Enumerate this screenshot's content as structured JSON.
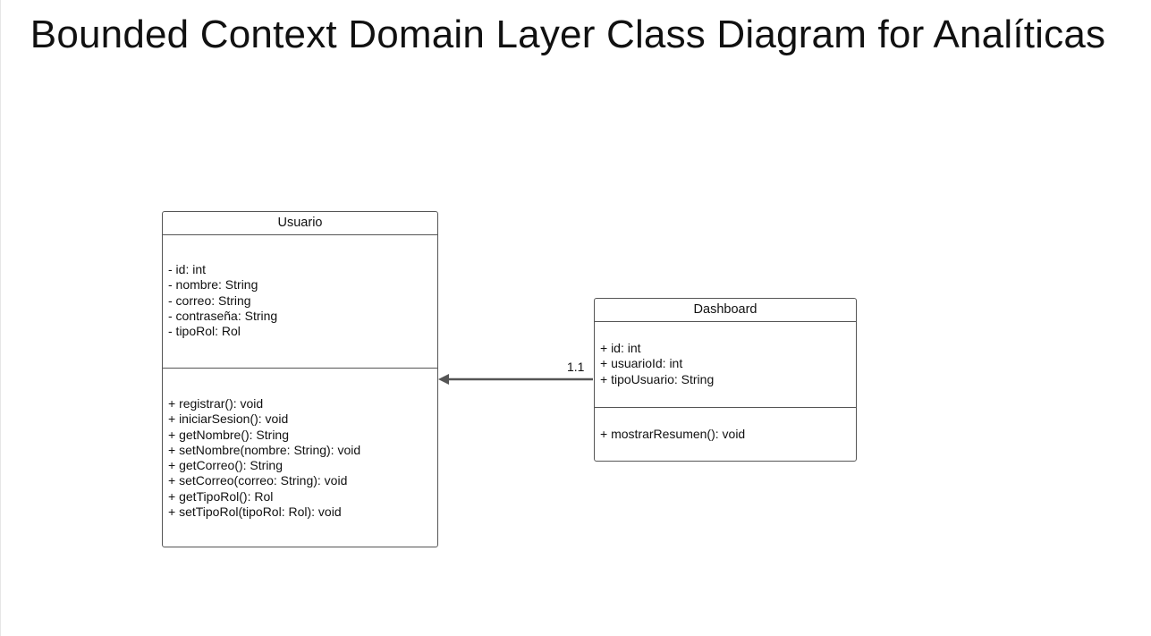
{
  "title": "Bounded Context Domain Layer Class Diagram for Analíticas",
  "classes": {
    "usuario": {
      "name": "Usuario",
      "attributes": [
        "- id: int",
        "- nombre: String",
        "- correo: String",
        "- contraseña: String",
        "- tipoRol: Rol"
      ],
      "operations": [
        "+ registrar(): void",
        "+ iniciarSesion(): void",
        "+ getNombre(): String",
        "+ setNombre(nombre: String): void",
        "+ getCorreo(): String",
        "+ setCorreo(correo: String): void",
        "+ getTipoRol(): Rol",
        "+ setTipoRol(tipoRol: Rol): void"
      ]
    },
    "dashboard": {
      "name": "Dashboard",
      "attributes": [
        "+ id: int",
        "+ usuarioId: int",
        "+ tipoUsuario: String"
      ],
      "operations": [
        "+ mostrarResumen(): void"
      ]
    }
  },
  "association": {
    "from": "Dashboard",
    "to": "Usuario",
    "multiplicity": "1.1"
  }
}
